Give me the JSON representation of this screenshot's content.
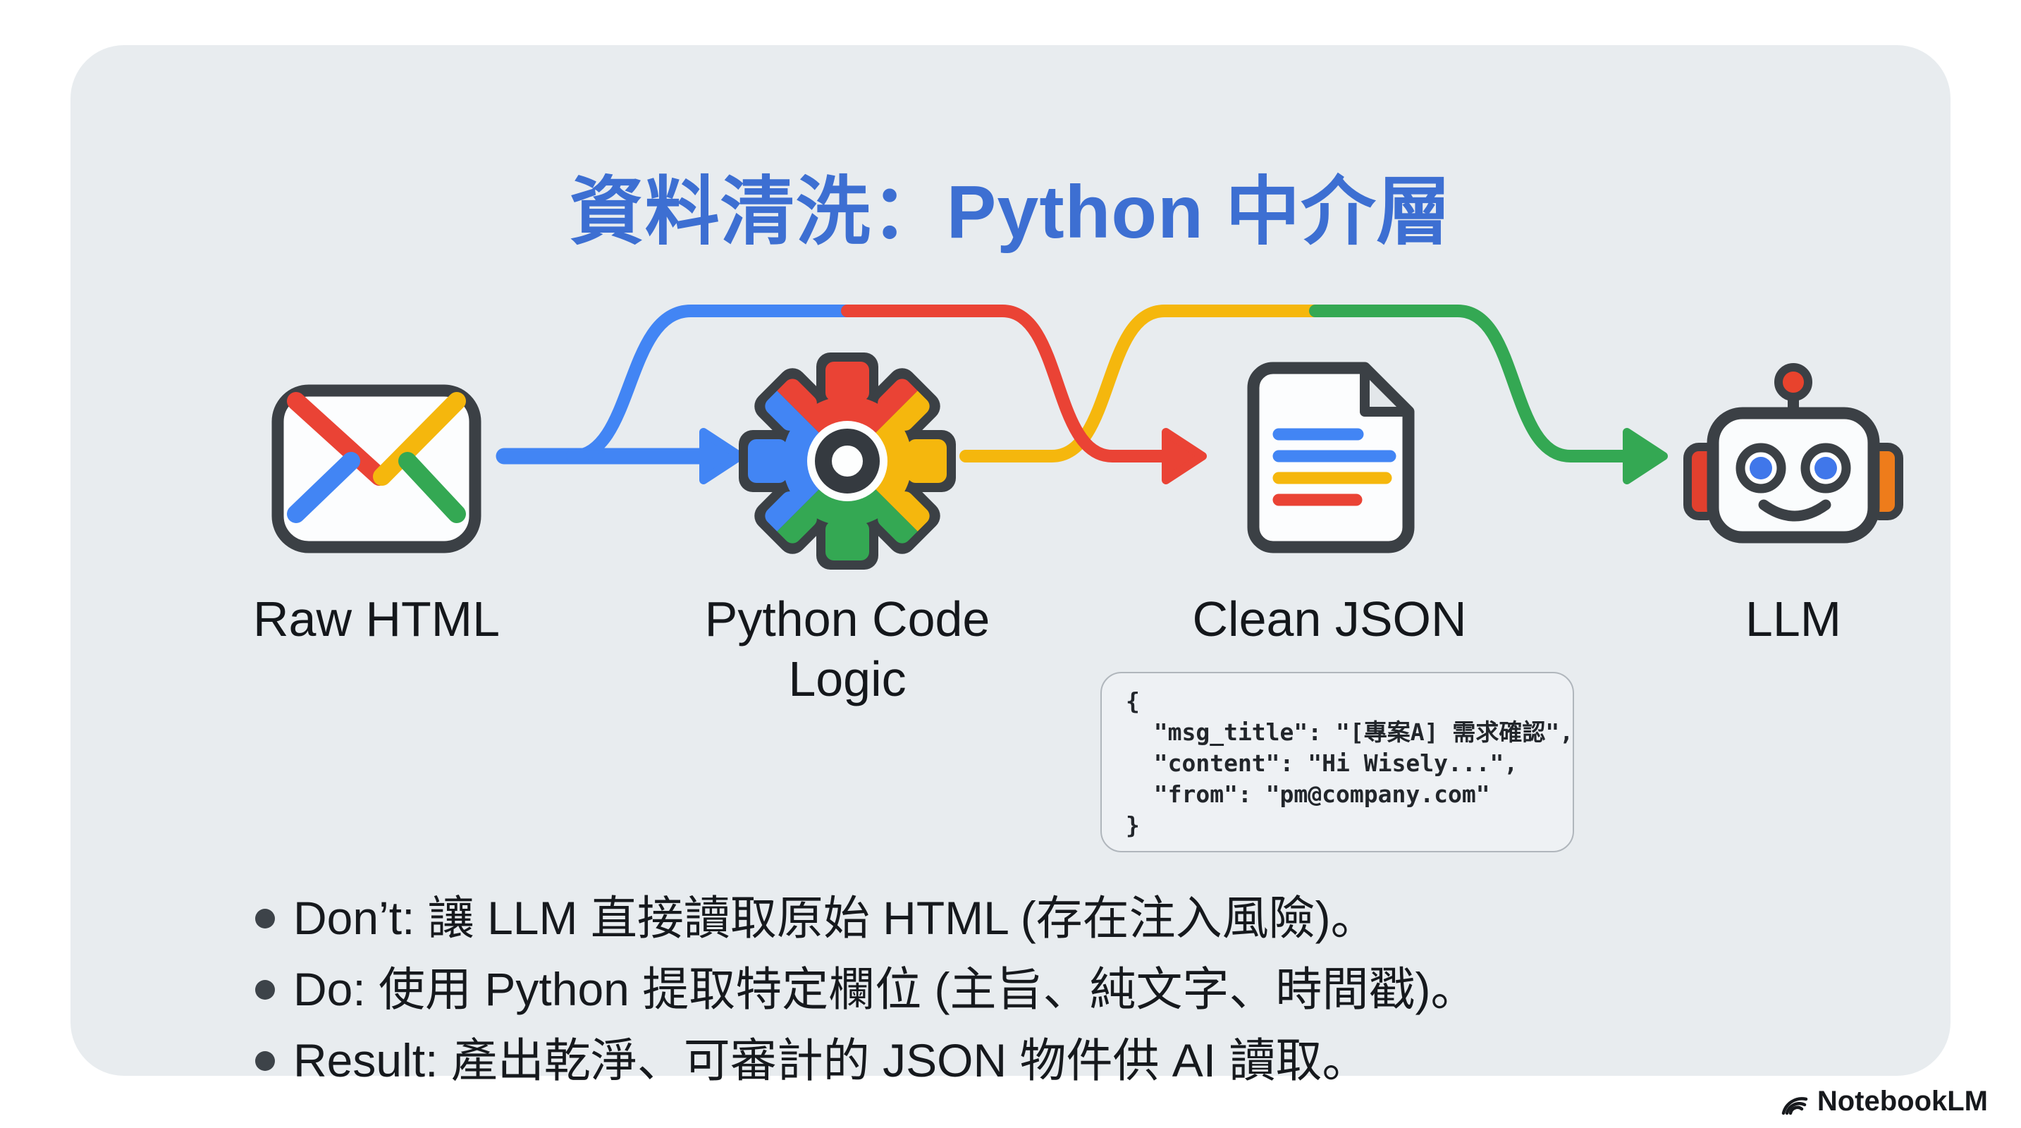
{
  "title": {
    "text": "資料清洗：Python 中介層",
    "color": "#3d6fd2"
  },
  "flow": {
    "nodes": [
      {
        "label": "Raw HTML",
        "icon": "envelope-icon"
      },
      {
        "label": "Python Code\nLogic",
        "icon": "gear-icon"
      },
      {
        "label": "Clean JSON",
        "icon": "document-icon"
      },
      {
        "label": "LLM",
        "icon": "robot-icon"
      }
    ],
    "arrows": [
      {
        "name": "raw-html-to-python-arrow",
        "colors": [
          "blue"
        ]
      },
      {
        "name": "weave-over-python",
        "colors": [
          "blue",
          "red"
        ]
      },
      {
        "name": "python-to-json-arrow",
        "colors": [
          "red"
        ]
      },
      {
        "name": "weave-over-json",
        "colors": [
          "yellow",
          "green"
        ]
      },
      {
        "name": "json-to-llm-arrow",
        "colors": [
          "green"
        ]
      }
    ]
  },
  "palette": {
    "blue": "#4285F4",
    "red": "#EA4335",
    "yellow": "#F5B70D",
    "green": "#34A853",
    "outline": "#3b4045",
    "card_background": "#e8ecef",
    "title_blue": "#3d6fd2"
  },
  "code_box": {
    "code": "{\n  \"msg_title\": \"[專案A] 需求確認\",\n  \"content\": \"Hi Wisely...\",\n  \"from\": \"pm@company.com\"\n}"
  },
  "bullets": [
    "Don’t: 讓 LLM 直接讀取原始 HTML (存在注入風險)。",
    "Do: 使用 Python 提取特定欄位 (主旨、純文字、時間戳)。",
    "Result: 產出乾淨、可審計的 JSON 物件供 AI 讀取。"
  ],
  "watermark": {
    "text": "NotebookLM"
  }
}
